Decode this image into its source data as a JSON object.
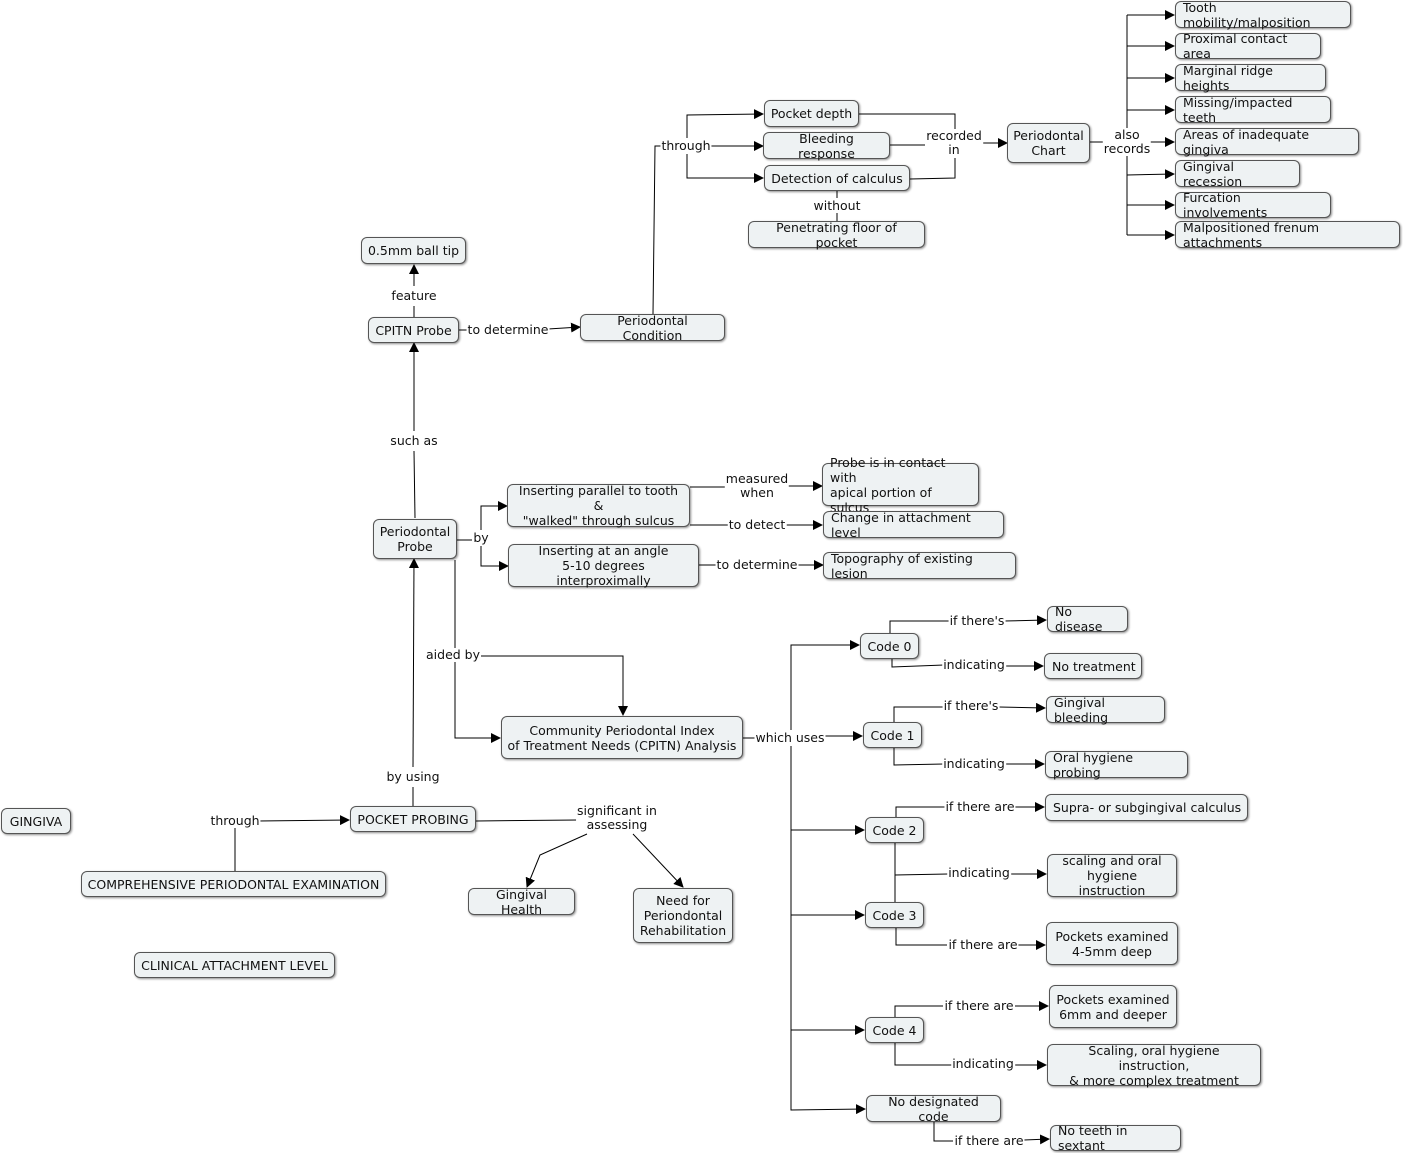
{
  "nodes": {
    "gingiva": "GINGIVA",
    "comprehensive": "COMPREHENSIVE PERIODONTAL EXAMINATION",
    "clinical_attachment": "CLINICAL ATTACHMENT LEVEL",
    "pocket_probing": "POCKET PROBING",
    "gingival_health": "Gingival Health",
    "need_rehab": "Need for\nPeriondontal\nRehabilitation",
    "periodontal_probe": "Periodontal\nProbe",
    "cpitn_probe": "CPITN Probe",
    "ball_tip": "0.5mm ball tip",
    "periodontal_condition": "Periodontal Condition",
    "pocket_depth": "Pocket depth",
    "bleeding_response": "Bleeding response",
    "detection_calculus": "Detection  of calculus",
    "penetrating_floor": "Penetrating floor of pocket",
    "periodontal_chart": "Periodontal\nChart",
    "tooth_mobility": "Tooth mobility/malposition",
    "proximal_contact": "Proximal contact area",
    "marginal_ridge": "Marginal ridge heights",
    "missing_teeth": "Missing/impacted teeth",
    "inadequate_gingiva": "Areas of inadequate gingiva",
    "gingival_recession": "Gingival recession",
    "furcation": "Furcation involvements",
    "frenum": "Malpositioned frenum attachments",
    "inserting_parallel": "Inserting parallel to tooth &\n\"walked\" through sulcus",
    "inserting_angle": "Inserting at an angle\n5-10 degrees interproximally",
    "probe_contact": "Probe is in contact with\napical portion of sulcus",
    "attachment_change": "Change in attachment level",
    "topography": "Topography of existing lesion",
    "cpitn_analysis": "Community Periodontal Index\nof Treatment Needs (CPITN) Analysis",
    "code0": "Code 0",
    "code1": "Code 1",
    "code2": "Code 2",
    "code3": "Code 3",
    "code4": "Code 4",
    "no_code": "No designated code",
    "no_disease": "No disease",
    "no_treatment": "No treatment",
    "gingival_bleeding": "Gingival bleeding",
    "oral_hygiene_probing": "Oral hygiene probing",
    "supra_calculus": "Supra- or subgingival calculus",
    "scaling_instruction": "scaling and oral\nhygiene instruction",
    "pockets_4_5": "Pockets  examined\n4-5mm deep",
    "pockets_6": "Pockets examined\n6mm and deeper",
    "complex_treatment": "Scaling, oral hygiene instruction,\n& more complex treatment",
    "no_teeth": "No teeth in sextant"
  },
  "links": {
    "through_1": "through",
    "by_using": "by using",
    "significant": "significant in\nassessing",
    "such_as": "such as",
    "feature": "feature",
    "to_determine_1": "to determine",
    "through_2": "through",
    "recorded_in": "recorded\nin",
    "without": "without",
    "also_records": "also\nrecords",
    "by": "by",
    "measured_when": "measured\nwhen",
    "to_detect": "to detect",
    "to_determine_2": "to determine",
    "aided_by": "aided by",
    "which_uses": "which uses",
    "if_theres_0": "if there's",
    "indicating_0": "indicating",
    "if_theres_1": "if there's",
    "indicating_1": "indicating",
    "if_there_are_2": "if there are",
    "indicating_23": "indicating",
    "if_there_are_3": "if there are",
    "if_there_are_4": "if there are",
    "indicating_4": "indicating",
    "if_there_are_nc": "if there are"
  },
  "colors": {
    "node_fill": "#eef2f3",
    "node_border": "#555555",
    "line": "#000000",
    "background": "#ffffff"
  }
}
